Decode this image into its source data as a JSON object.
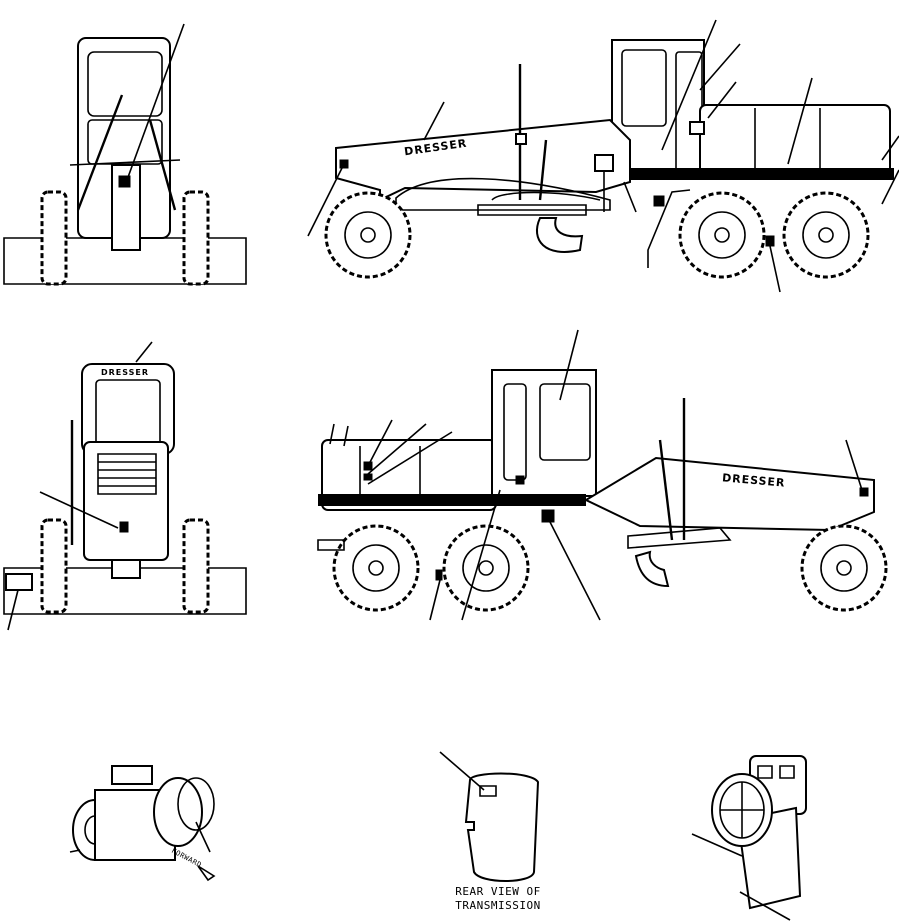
{
  "views": {
    "rear_of_transmission_caption_line1": "REAR VIEW OF",
    "rear_of_transmission_caption_line2": "TRANSMISSION",
    "forward_marking": "FORWARD"
  },
  "brand": {
    "name": "DRESSER"
  }
}
